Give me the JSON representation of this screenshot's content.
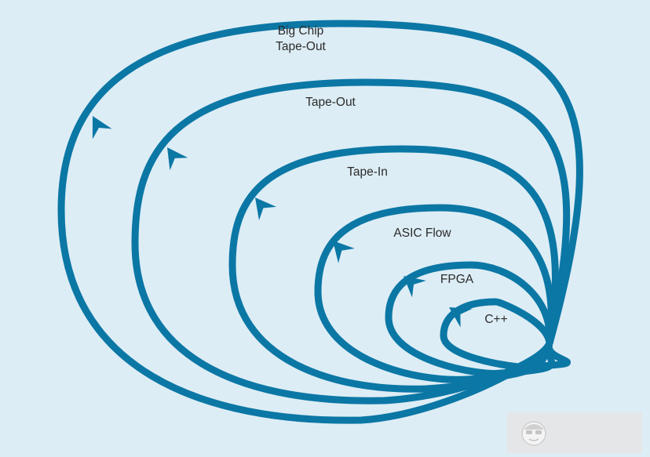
{
  "diagram": {
    "colors": {
      "background": "#ddedf5",
      "loop_stroke": "#0b77a5",
      "label_text": "#2b2b2b"
    },
    "loops": [
      {
        "id": "big-chip-tape-out",
        "label_lines": [
          "Big Chip",
          "Tape-Out"
        ]
      },
      {
        "id": "tape-out",
        "label_lines": [
          "Tape-Out"
        ]
      },
      {
        "id": "tape-in",
        "label_lines": [
          "Tape-In"
        ]
      },
      {
        "id": "asic-flow",
        "label_lines": [
          "ASIC Flow"
        ]
      },
      {
        "id": "fpga",
        "label_lines": [
          "FPGA"
        ]
      },
      {
        "id": "cpp",
        "label_lines": [
          "C++"
        ]
      }
    ]
  },
  "watermark": {
    "icon": "cartoon-face-logo-icon"
  }
}
